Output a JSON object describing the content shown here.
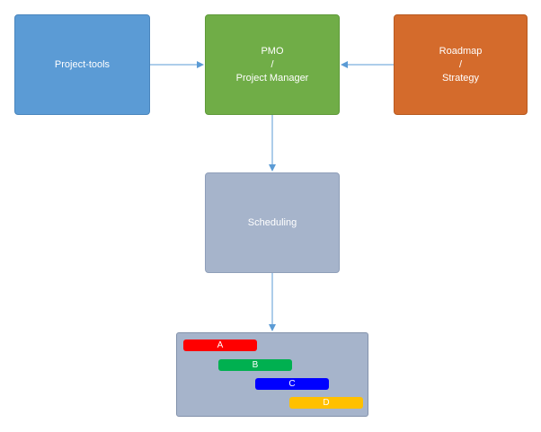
{
  "nodes": {
    "project_tools": {
      "lines": [
        "Project-tools"
      ],
      "color": "#5b9bd5"
    },
    "pmo": {
      "lines": [
        "PMO",
        "/",
        "Project Manager"
      ],
      "color": "#70ad47"
    },
    "roadmap": {
      "lines": [
        "Roadmap",
        "/",
        "Strategy"
      ],
      "color": "#d46b2c"
    },
    "scheduling": {
      "lines": [
        "Scheduling"
      ],
      "color": "#a6b4cb"
    }
  },
  "gantt": {
    "panel_color": "#a6b4cb",
    "bars": [
      {
        "label": "A",
        "color": "#ff0000"
      },
      {
        "label": "B",
        "color": "#00b050"
      },
      {
        "label": "C",
        "color": "#0000ff"
      },
      {
        "label": "D",
        "color": "#ffc000"
      }
    ]
  },
  "connector_color": "#5b9bd5"
}
